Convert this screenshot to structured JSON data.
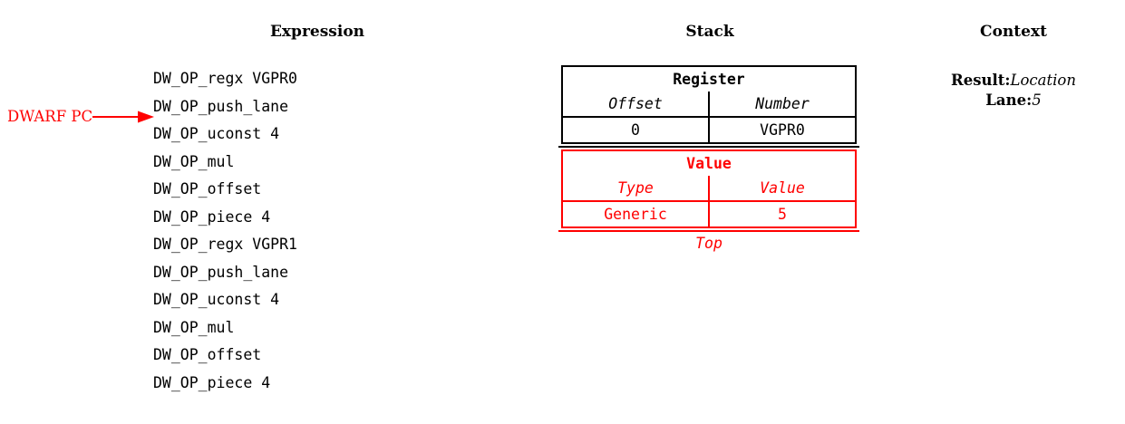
{
  "headings": {
    "expression": "Expression",
    "stack": "Stack",
    "context": "Context"
  },
  "pointer": {
    "label": "DWARF PC",
    "color": "#ff0000",
    "points_at_line_index": 2
  },
  "expression": {
    "lines": [
      "DW_OP_regx VGPR0",
      "DW_OP_push_lane",
      "DW_OP_uconst 4",
      "DW_OP_mul",
      "DW_OP_offset",
      "DW_OP_piece 4",
      "DW_OP_regx VGPR1",
      "DW_OP_push_lane",
      "DW_OP_uconst 4",
      "DW_OP_mul",
      "DW_OP_offset",
      "DW_OP_piece 4"
    ]
  },
  "stack": {
    "top_label": "Top",
    "entries": [
      {
        "title": "Register",
        "color": "#000000",
        "columns": [
          "Offset",
          "Number"
        ],
        "values": [
          "0",
          "VGPR0"
        ]
      },
      {
        "title": "Value",
        "color": "#ff0000",
        "columns": [
          "Type",
          "Value"
        ],
        "values": [
          "Generic",
          "5"
        ]
      }
    ]
  },
  "context": {
    "rows": [
      {
        "key": "Result:",
        "value": "Location"
      },
      {
        "key": "Lane:",
        "value": "5"
      }
    ]
  }
}
